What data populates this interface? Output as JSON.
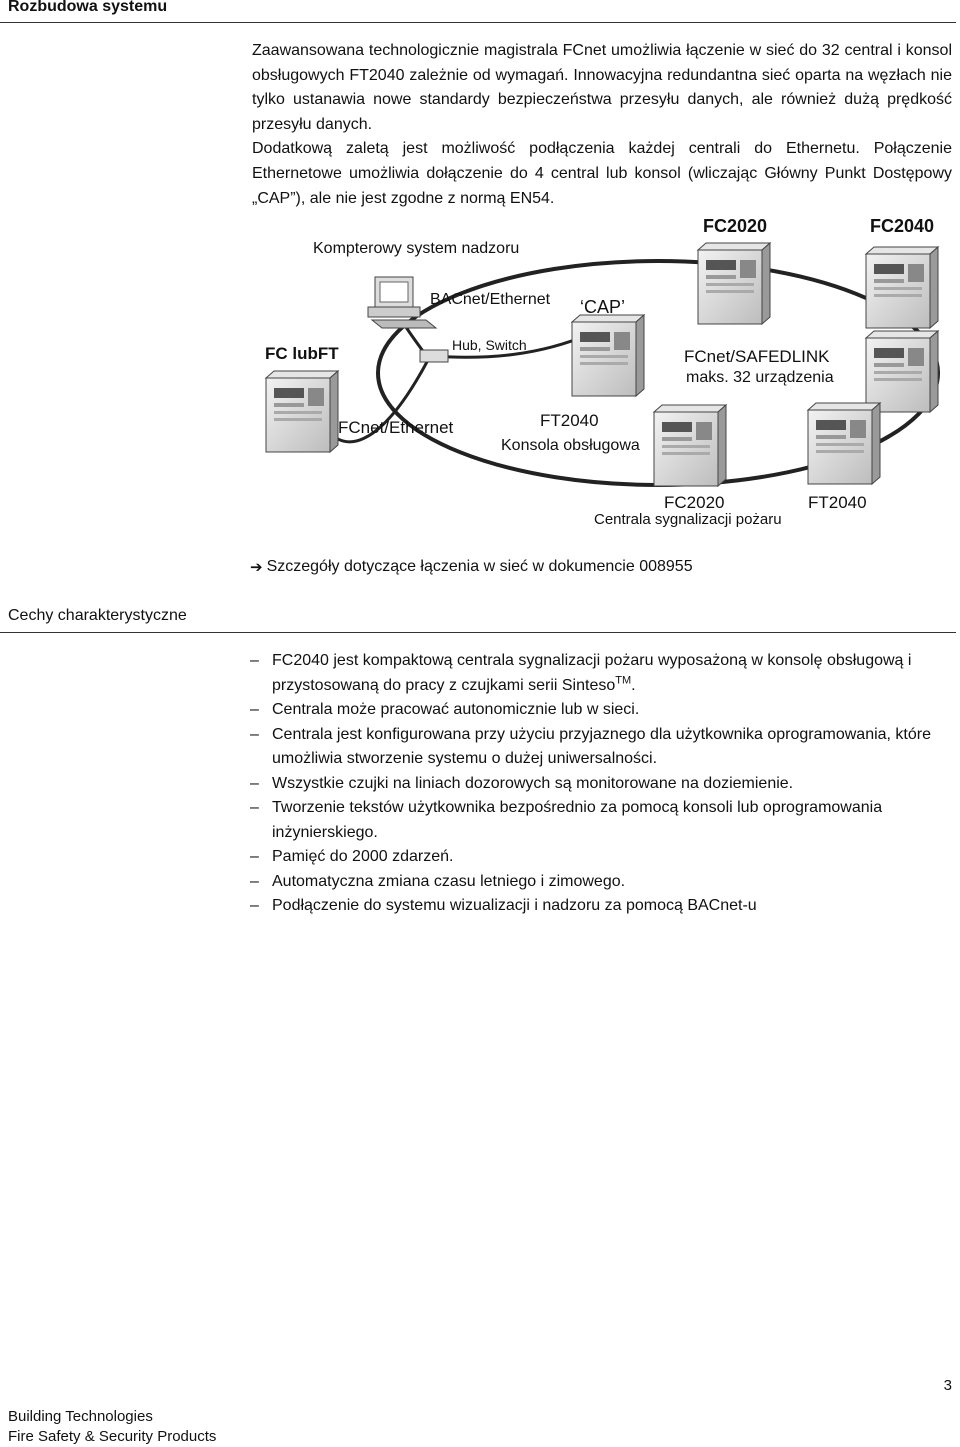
{
  "header": {
    "title": "Rozbudowa systemu"
  },
  "intro": {
    "text1": "Zaawansowana technologicznie magistrala FCnet umożliwia łączenie w sieć do 32 central i konsol obsługowych FT2040 zależnie od wymagań. Innowacyjna redundantna sieć oparta na węzłach nie tylko ustanawia nowe standardy bezpieczeństwa przesyłu danych, ale również dużą prędkość przesyłu danych.",
    "text2": "Dodatkową zaletą jest możliwość podłączenia każdej centrali do Ethernetu. Połączenie Ethernetowe umożliwia dołączenie do 4 central lub konsol (wliczając Główny Punkt Dostępowy „CAP”), ale nie jest zgodne z normą EN54."
  },
  "diagram": {
    "computer_label": "Kompterowy system nadzoru",
    "bacnet_label": "BACnet/Ethernet",
    "cap_label": "‘CAP’",
    "hub_label": "Hub, Switch",
    "fc_ft_label": "FC lubFT",
    "fcnet_ethernet_label": "FCnet/Ethernet",
    "fc2020_top": "FC2020",
    "fc2040_top": "FC2040",
    "fcnet_safedlink_label": "FCnet/SAFEDLINK",
    "max_devices_label": "maks. 32 urządzenia",
    "ft2040_label": "FT2040",
    "console_label": "Konsola obsługowa",
    "fc2020_bottom": "FC2020",
    "ft2040_bottom": "FT2040",
    "panel_label": "Centrala sygnalizacji pożaru"
  },
  "reference": {
    "arrow_icon": "arrow-right-icon",
    "text": "Szczegóły dotyczące łączenia w sieć w dokumencie 008955"
  },
  "features": {
    "title": "Cechy charakterystyczne",
    "items": [
      "FC2040 jest kompaktową centrala sygnalizacji pożaru wyposażoną w konsolę obsługową i przystosowaną do pracy z czujkami serii Sinteso",
      "Centrala może pracować autonomicznie lub w sieci.",
      "Centrala jest konfigurowana przy użyciu przyjaznego dla użytkownika oprogramowania, które umożliwia stworzenie systemu o dużej uniwersalności.",
      "Wszystkie czujki na liniach dozorowych są monitorowane na doziemienie.",
      "Tworzenie tekstów użytkownika bezpośrednio za pomocą konsoli lub oprogramowania inżynierskiego.",
      "Pamięć do 2000 zdarzeń.",
      "Automatyczna zmiana czasu letniego i zimowego.",
      "Podłączenie do systemu wizualizacji i nadzoru za pomocą BACnet-u"
    ],
    "item0_sup": "TM",
    "item0_end": ".",
    "dash": "–"
  },
  "page_number": "3",
  "footer": {
    "line1": "Building Technologies",
    "line2": "Fire Safety & Security Products"
  }
}
